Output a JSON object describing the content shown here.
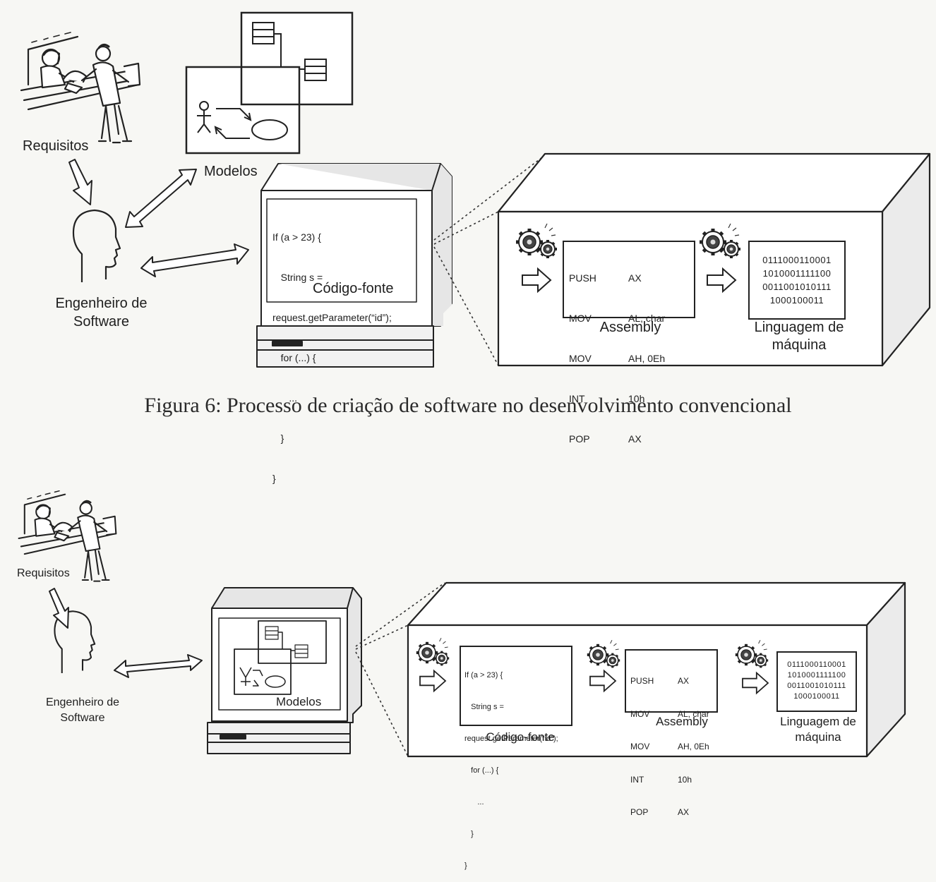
{
  "top": {
    "requisitos": "Requisitos",
    "modelos": "Modelos",
    "engenheiro": [
      "Engenheiro de",
      "Software"
    ],
    "code_lines": [
      "If (a > 23) {",
      "   String s =",
      "request.getParameter(“id”);",
      "   for (...) {",
      "      ...",
      "   }",
      "}"
    ],
    "codigo_fonte": "Código-fonte",
    "assembly_ops": [
      "PUSH",
      "MOV",
      "MOV",
      "INT",
      "POP"
    ],
    "assembly_args": [
      "AX",
      "AL, char",
      "AH, 0Eh",
      "10h",
      "AX"
    ],
    "assembly": "Assembly",
    "binary": [
      "0111000110001",
      "1010001111100",
      "0011001010111",
      "1000100011"
    ],
    "linguagem": [
      "Linguagem de",
      "máquina"
    ]
  },
  "caption": "Figura 6: Processo de criação de software no desenvolvimento convencional",
  "bottom": {
    "requisitos": "Requisitos",
    "modelos": "Modelos",
    "engenheiro": [
      "Engenheiro de",
      "Software"
    ],
    "code_lines": [
      "If (a > 23) {",
      "   String s =",
      "request.getParameter(“id”);",
      "   for (...) {",
      "      ...",
      "   }",
      "}"
    ],
    "codigo_fonte": "Código-fonte",
    "assembly_ops": [
      "PUSH",
      "MOV",
      "MOV",
      "INT",
      "POP"
    ],
    "assembly_args": [
      "AX",
      "AL, char",
      "AH, 0Eh",
      "10h",
      "AX"
    ],
    "assembly": "Assembly",
    "binary": [
      "0111000110001",
      "1010001111100",
      "0011001010111",
      "1000100011"
    ],
    "linguagem": [
      "Linguagem de",
      "máquina"
    ]
  }
}
